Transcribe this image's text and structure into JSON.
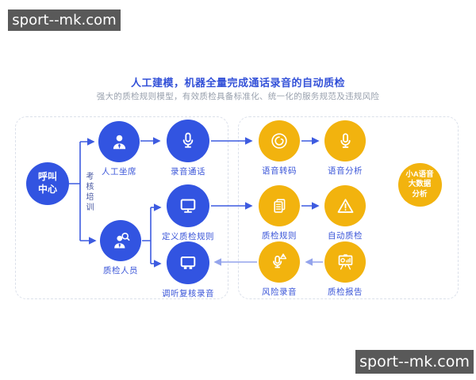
{
  "watermark": {
    "text": "sport--mk.com"
  },
  "header": {
    "title": "人工建模，机器全量完成通话录音的自动质检",
    "subtitle": "强大的质检规则模型，有效质检具备标准化、统一化的服务规范及违规风险"
  },
  "diagram": {
    "hub": {
      "line1": "呼叫",
      "line2": "中心"
    },
    "edge_label": "考核培训",
    "big_node": {
      "line1": "小A语音",
      "line2": "大数据",
      "line3": "分析"
    },
    "nodes": {
      "agent": {
        "label": "人工坐席",
        "icon": "person-icon"
      },
      "inspector": {
        "label": "质检人员",
        "icon": "person-search-icon"
      },
      "record_call": {
        "label": "录音通话",
        "icon": "microphone-icon"
      },
      "define_rules": {
        "label": "定义质检规则",
        "icon": "monitor-icon"
      },
      "review": {
        "label": "调听复核录音",
        "icon": "monitor-feet-icon"
      },
      "transcode": {
        "label": "语音转码",
        "icon": "voiceprint-swirl-icon"
      },
      "analysis": {
        "label": "语音分析",
        "icon": "microphone-icon"
      },
      "qc_rules": {
        "label": "质检规则",
        "icon": "documents-icon"
      },
      "auto_qc": {
        "label": "自动质检",
        "icon": "warning-triangle-icon"
      },
      "risk": {
        "label": "风险录音",
        "icon": "mic-warning-icon"
      },
      "report": {
        "label": "质检报告",
        "icon": "presentation-chart-icon"
      }
    },
    "edges": [
      {
        "from": "呼叫中心",
        "to": "人工坐席"
      },
      {
        "from": "呼叫中心",
        "to": "质检人员"
      },
      {
        "from": "人工坐席",
        "to": "录音通话"
      },
      {
        "from": "录音通话",
        "to": "语音转码"
      },
      {
        "from": "语音转码",
        "to": "语音分析"
      },
      {
        "from": "质检人员",
        "to": "定义质检规则"
      },
      {
        "from": "质检人员",
        "to": "调听复核录音"
      },
      {
        "from": "定义质检规则",
        "to": "质检规则"
      },
      {
        "from": "质检规则",
        "to": "自动质检"
      },
      {
        "from": "质检报告",
        "to": "风险录音"
      },
      {
        "from": "风险录音",
        "to": "调听复核录音"
      }
    ],
    "colors": {
      "blue_circle": "#3254e1",
      "yellow_circle": "#f2b30e",
      "label_blue": "#3a55d8",
      "arrow_blue": "#3d5be0",
      "arrow_light": "#94a4ec",
      "dashed_border": "#dbe0ea",
      "title_blue": "#3351d8",
      "subtitle_gray": "#98a0ad",
      "watermark_bg": "#595959"
    }
  }
}
